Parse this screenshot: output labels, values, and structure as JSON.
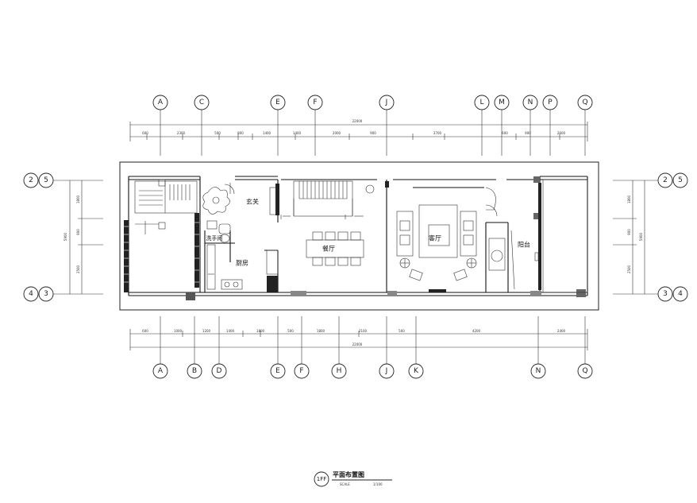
{
  "drawing": {
    "title": "平面布置图",
    "badge": "1FF",
    "scale_label": "SCALE",
    "scale_value": "1/100"
  },
  "top_axes": [
    "A",
    "C",
    "E",
    "F",
    "J",
    "L",
    "M",
    "N",
    "P",
    "Q"
  ],
  "bottom_axes": [
    "A",
    "B",
    "D",
    "E",
    "F",
    "H",
    "J",
    "K",
    "N",
    "Q"
  ],
  "left_axes": [
    "2",
    "5",
    "4",
    "3"
  ],
  "right_axes": [
    "2",
    "5",
    "3",
    "4"
  ],
  "top_total": "22000",
  "bottom_total": "22000",
  "top_segments": [
    "600",
    "2300",
    "500",
    "800",
    "1400",
    "1400",
    "2000",
    "900",
    "3700",
    "600",
    "900",
    "2600"
  ],
  "bottom_segments": [
    "600",
    "1000",
    "1200",
    "1400",
    "1800",
    "500",
    "1800",
    "2100",
    "500",
    "4200",
    "2400"
  ],
  "side_total": "5900",
  "side_segments": [
    "1800",
    "900",
    "2500"
  ],
  "rooms": {
    "entry": "玄关",
    "living": "客厅",
    "dining": "餐厅",
    "kitchen": "厨房",
    "washroom": "洗手间",
    "balcony": "阳台"
  }
}
